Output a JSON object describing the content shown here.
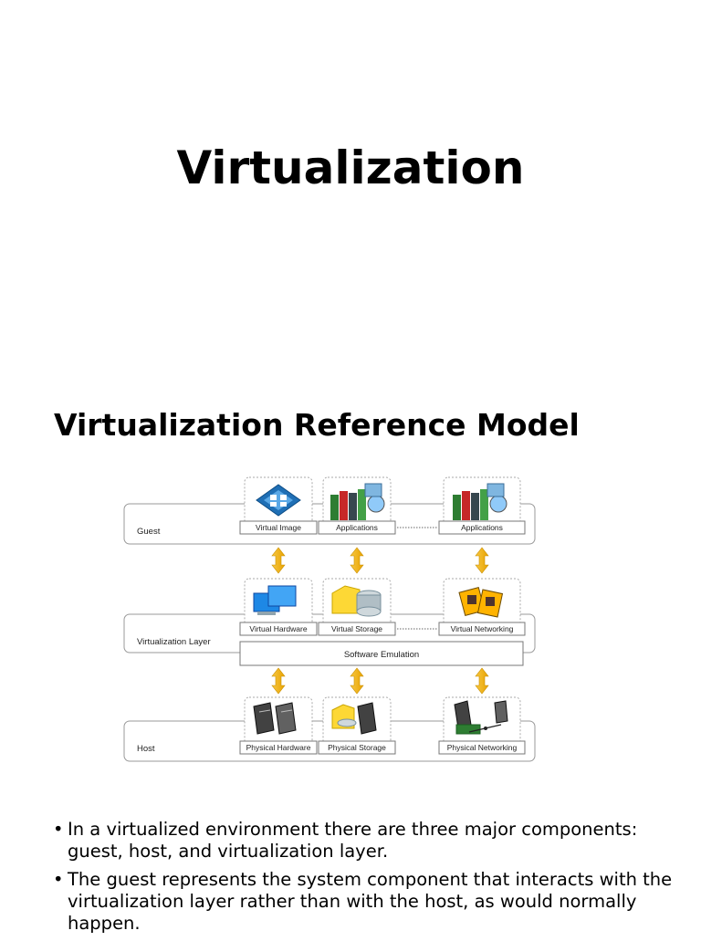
{
  "title": "Virtualization",
  "heading": "Virtualization Reference Model",
  "diagram": {
    "layers": {
      "guest": "Guest",
      "virtualization": "Virtualization Layer",
      "host": "Host"
    },
    "guest_components": [
      "Virtual Image",
      "Applications",
      "Applications"
    ],
    "virtualization_components": [
      "Virtual Hardware",
      "Virtual Storage",
      "Virtual Networking"
    ],
    "software_emulation": "Software Emulation",
    "host_components": [
      "Physical Hardware",
      "Physical Storage",
      "Physical Networking"
    ],
    "icons": [
      "virtual-image-icon",
      "applications-icon",
      "virtual-hardware-icon",
      "virtual-storage-icon",
      "virtual-networking-icon",
      "physical-hardware-icon",
      "physical-storage-icon",
      "physical-networking-icon",
      "double-arrow-icon"
    ],
    "colors": {
      "arrow": "#f4b400",
      "box_stroke": "#888888",
      "panel_fill": "#ffffff"
    }
  },
  "bullets": [
    "In a virtualized environment there are three major components: guest, host, and virtualization layer.",
    "The guest represents the system component that interacts with the virtualization layer rather than with the host, as would normally happen."
  ]
}
